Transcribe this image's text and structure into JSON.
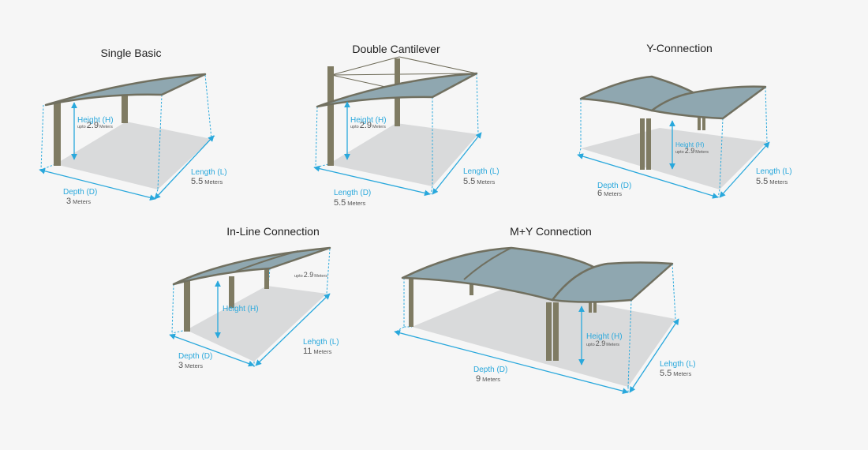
{
  "diagrams": {
    "single_basic": {
      "title": "Single Basic",
      "height_label": "Height (H)",
      "height_prefix": "upto",
      "height_value": "2.9",
      "height_unit": "Meters",
      "depth_label": "Depth (D)",
      "depth_value": "3",
      "depth_unit": "Meters",
      "length_label": "Length (L)",
      "length_value": "5.5",
      "length_unit": "Meters"
    },
    "double_cantilever": {
      "title": "Double Cantilever",
      "height_label": "Height (H)",
      "height_prefix": "upto",
      "height_value": "2.9",
      "height_unit": "Meters",
      "depth_label": "Length (D)",
      "depth_value": "5.5",
      "depth_unit": "Meters",
      "length_label": "Length (L)",
      "length_value": "5.5",
      "length_unit": "Meters"
    },
    "y_connection": {
      "title": "Y-Connection",
      "height_label": "Height (H)",
      "height_prefix": "upto",
      "height_value": "2.9",
      "height_unit": "Meters",
      "depth_label": "Depth (D)",
      "depth_value": "6",
      "depth_unit": "Meters",
      "length_label": "Length (L)",
      "length_value": "5.5",
      "length_unit": "Meters"
    },
    "inline_connection": {
      "title": "In-Line Connection",
      "height_label": "Height (H)",
      "height_prefix": "upto",
      "height_value": "2.9",
      "height_unit": "Meters",
      "depth_label": "Depth (D)",
      "depth_value": "3",
      "depth_unit": "Meters",
      "length_label": "Lehgth (L)",
      "length_value": "11",
      "length_unit": "Meters"
    },
    "my_connection": {
      "title": "M+Y Connection",
      "height_label": "Height (H)",
      "height_prefix": "upto",
      "height_value": "2.9",
      "height_unit": "Meters",
      "depth_label": "Depth (D)",
      "depth_value": "9",
      "depth_unit": "Meters",
      "length_label": "Lehgth (L)",
      "length_value": "5.5",
      "length_unit": "Meters"
    }
  },
  "colors": {
    "dimension": "#29a8dc",
    "roof": "#8fa7b0",
    "post": "#7f7b63",
    "floor": "#d9dadb",
    "background": "#f6f6f6"
  }
}
